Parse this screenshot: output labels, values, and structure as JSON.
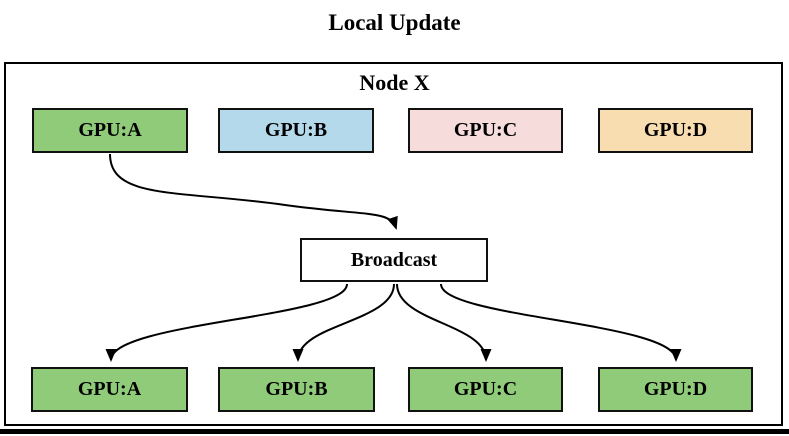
{
  "title": "Local Update",
  "node": {
    "label": "Node X"
  },
  "broadcast": {
    "label": "Broadcast"
  },
  "top_gpus": [
    {
      "label": "GPU:A",
      "color": "#90cb7a"
    },
    {
      "label": "GPU:B",
      "color": "#b3d9ea"
    },
    {
      "label": "GPU:C",
      "color": "#f7dcdc"
    },
    {
      "label": "GPU:D",
      "color": "#f8ddb1"
    }
  ],
  "bottom_gpus": [
    {
      "label": "GPU:A",
      "color": "#90cb7a"
    },
    {
      "label": "GPU:B",
      "color": "#90cb7a"
    },
    {
      "label": "GPU:C",
      "color": "#90cb7a"
    },
    {
      "label": "GPU:D",
      "color": "#90cb7a"
    }
  ],
  "colors": {
    "border": "#000000",
    "background": "#ffffff",
    "arrow": "#000000"
  }
}
